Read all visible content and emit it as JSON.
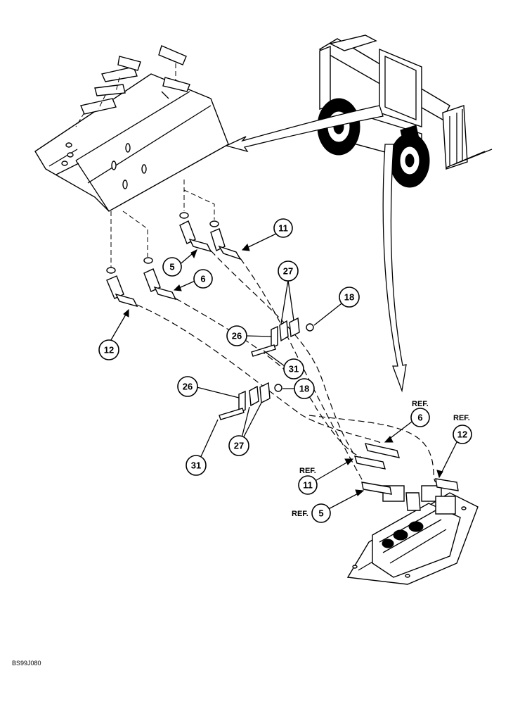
{
  "callouts": {
    "c11_top": "11",
    "c5_top": "5",
    "c6_top": "6",
    "c12_left": "12",
    "c27_upper": "27",
    "c18_upper": "18",
    "c26_upper": "26",
    "c31_upper": "31",
    "c26_lower": "26",
    "c18_lower": "18",
    "c31_lower": "31",
    "c27_lower": "27",
    "c6_ref": "6",
    "c12_ref": "12",
    "c11_ref": "11",
    "c5_ref": "5"
  },
  "ref_labels": {
    "ref_6": "REF.",
    "ref_12": "REF.",
    "ref_11": "REF.",
    "ref_5": "REF."
  },
  "figure_id": "BS99J080"
}
